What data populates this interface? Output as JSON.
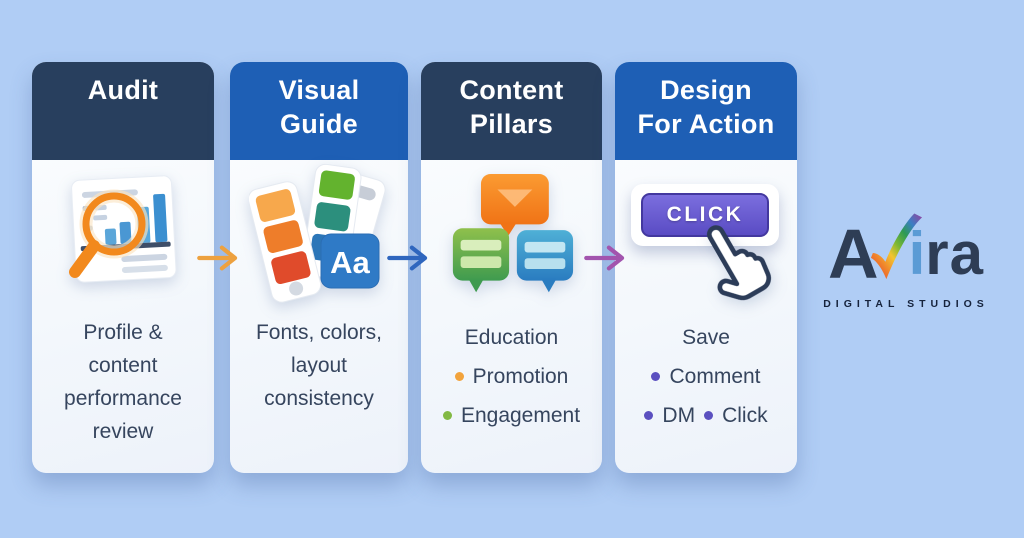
{
  "page": {
    "background_color": "#b0cdf5"
  },
  "cards": [
    {
      "title": "Audit",
      "header_color": "#283f5e",
      "icon": "magnifier-analytics-icon",
      "body": "Profile &\ncontent\nperformance\nreview"
    },
    {
      "title": "Visual\nGuide",
      "header_color": "#1e5fb5",
      "icon": "color-swatches-typography-icon",
      "swatch_label": "Aa",
      "body": "Fonts, colors,\nlayout\nconsistency"
    },
    {
      "title": "Content\nPillars",
      "header_color": "#283f5e",
      "icon": "chat-bubbles-icon",
      "list": [
        {
          "label": "Education",
          "bullet_color": ""
        },
        {
          "label": "Promotion",
          "bullet_color": "#f2a33c"
        },
        {
          "label": "Engagement",
          "bullet_color": "#82b944"
        }
      ]
    },
    {
      "title": "Design\nFor Action",
      "header_color": "#1e5fb5",
      "icon": "click-button-cursor-icon",
      "button_label": "CLICK",
      "list": [
        {
          "label": "Save",
          "bullet_color": ""
        },
        {
          "label": "Comment",
          "bullet_color": "#5b50c0"
        },
        {
          "label": "DM",
          "bullet_color": "#5b50c0"
        },
        {
          "label": "Click",
          "bullet_color": "#5b50c0"
        }
      ]
    }
  ],
  "arrows": [
    {
      "color": "#eda13f"
    },
    {
      "color": "#2f66be"
    },
    {
      "color": "#a254ae"
    }
  ],
  "logo": {
    "letter_a": "A",
    "letter_i": "i",
    "letters_ra": "ra",
    "subtitle": "DIGITAL STUDIOS",
    "navy": "#2e3d55",
    "blue": "#5b9bd5"
  }
}
